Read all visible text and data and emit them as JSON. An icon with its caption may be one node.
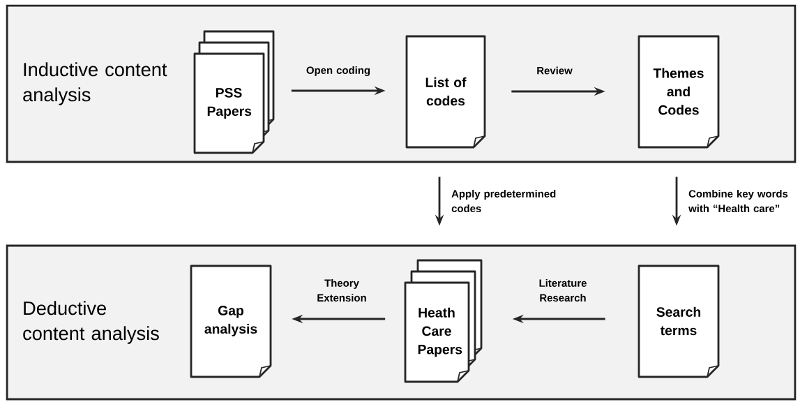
{
  "diagram": {
    "nodes": [
      {
        "text": [
          "Inductive content analysis"
        ]
      },
      {
        "text": [
          "PSS Papers"
        ],
        "in": 0
      },
      {
        "text": [
          "List of codes"
        ],
        "in": 0
      },
      {
        "text": [
          "Themes and Codes"
        ],
        "in": 0
      },
      {
        "text": [
          "Deductive content analysis"
        ]
      },
      {
        "text": [
          "Gap analysis"
        ],
        "in": 4
      },
      {
        "text": [
          "Heath Care Papers"
        ],
        "in": 4
      },
      {
        "text": [
          "Search terms"
        ],
        "in": 4
      }
    ],
    "edges": [
      {
        "from": 1,
        "to": 2,
        "arrow": "to",
        "label": "Open coding"
      },
      {
        "from": 2,
        "to": 3,
        "arrow": "to",
        "label": "Review"
      },
      {
        "from": 0,
        "to": 4,
        "arrow": "to",
        "label": "Apply predetermined codes"
      },
      {
        "from": 0,
        "to": 4,
        "arrow": "to",
        "label": "Combine key words with “Health care”"
      },
      {
        "from": 7,
        "to": 6,
        "arrow": "to",
        "label": "Literature Research"
      },
      {
        "from": 6,
        "to": 5,
        "arrow": "to",
        "label": "Theory Extension"
      }
    ]
  }
}
